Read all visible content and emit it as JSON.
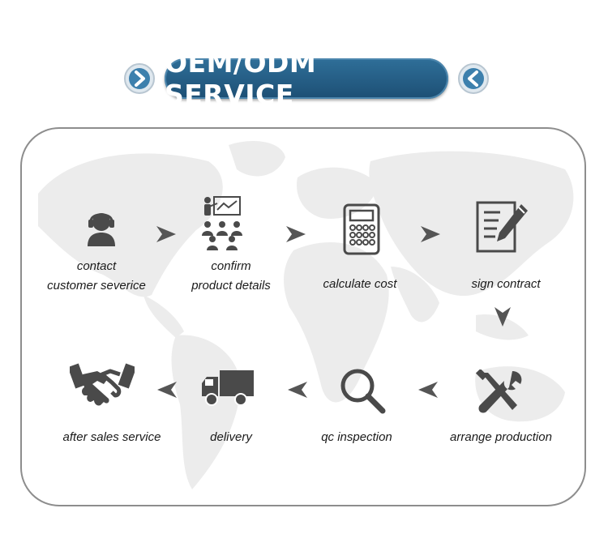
{
  "header": {
    "title": "OEM/ODM SERVICE",
    "left_icon": "chevron-right-icon",
    "right_icon": "chevron-left-icon"
  },
  "steps": [
    {
      "line1": "contact",
      "line2": "customer severice",
      "icon": "customer-service-headset-icon"
    },
    {
      "line1": "confirm",
      "line2": "product details",
      "icon": "presentation-meeting-icon"
    },
    {
      "line1": "calculate cost",
      "line2": "",
      "icon": "calculator-icon"
    },
    {
      "line1": "sign contract",
      "line2": "",
      "icon": "contract-document-icon"
    },
    {
      "line1": "arrange production",
      "line2": "",
      "icon": "tools-icon"
    },
    {
      "line1": "qc inspection",
      "line2": "",
      "icon": "magnifier-icon"
    },
    {
      "line1": "delivery",
      "line2": "",
      "icon": "delivery-truck-icon"
    },
    {
      "line1": "after sales service",
      "line2": "",
      "icon": "handshake-icon"
    }
  ],
  "colors": {
    "accent": "#1d4f74",
    "icon": "#4a4a4a",
    "arrow": "#555555",
    "map": "#ececec"
  }
}
